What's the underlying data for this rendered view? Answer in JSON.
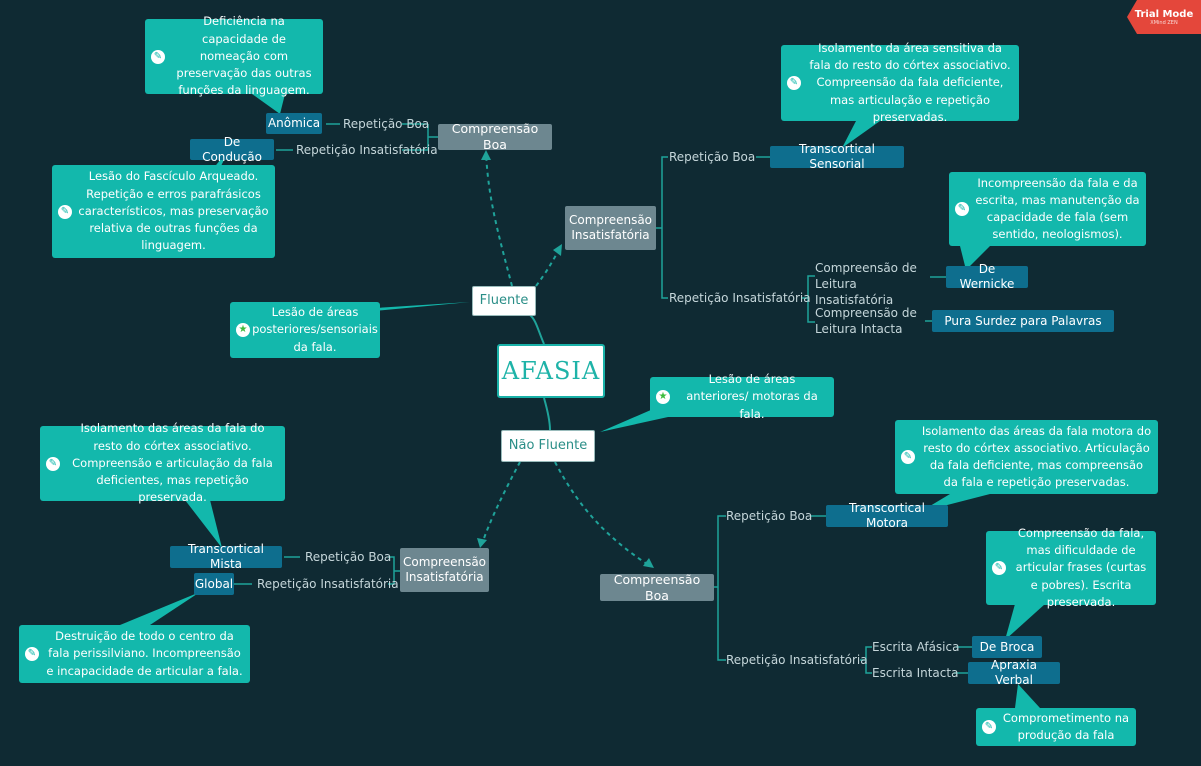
{
  "badge": {
    "title": "Trial Mode",
    "sub": "XMind ZEN"
  },
  "root": "AFASIA",
  "fluente": {
    "label": "Fluente",
    "note": "Lesão de áreas posteriores/sensoriais da fala.",
    "comp_boa": {
      "label": "Compreensão Boa",
      "rep_boa": "Repetição Boa",
      "rep_ins": "Repetição Insatisfatória",
      "anomica": "Anômica",
      "anomica_note": "Deficiência na capacidade de nomeação com preservação das outras funções da linguagem.",
      "conducao": "De Condução",
      "conducao_note": "Lesão do Fascículo Arqueado. Repetição e erros parafrásicos característicos, mas preservação relativa de outras funções da linguagem."
    },
    "comp_ins": {
      "label": "Compreensão Insatisfatória",
      "rep_boa": "Repetição Boa",
      "rep_ins": "Repetição Insatisfatória",
      "ts": "Transcortical Sensorial",
      "ts_note": "Isolamento da área sensitiva da fala do resto do córtex associativo. Compreensão da fala deficiente, mas articulação e repetição preservadas.",
      "leit_ins": "Compreensão de Leitura Insatisfatória",
      "leit_int": "Compreensão de Leitura Intacta",
      "wernicke": "De Wernicke",
      "wernicke_note": "Incompreensão da fala e da escrita, mas manutenção da capacidade de fala (sem sentido, neologismos).",
      "surdez": "Pura Surdez para Palavras"
    }
  },
  "nao_fluente": {
    "label": "Não Fluente",
    "note": "Lesão de áreas anteriores/ motoras da fala.",
    "comp_ins": {
      "label": "Compreensão Insatisfatória",
      "rep_boa": "Repetição Boa",
      "rep_ins": "Repetição Insatisfatória",
      "mista": "Transcortical Mista",
      "mista_note": "Isolamento das áreas da fala do resto do córtex associativo. Compreensão e articulação da fala deficientes, mas repetição preservada.",
      "global": "Global",
      "global_note": "Destruição de todo o centro da fala perissilviano. Incompreensão e incapacidade de articular a fala."
    },
    "comp_boa": {
      "label": "Compreensão Boa",
      "rep_boa": "Repetição Boa",
      "rep_ins": "Repetição Insatisfatória",
      "tm": "Transcortical Motora",
      "tm_note": "Isolamento das áreas da fala motora do resto do córtex associativo. Articulação da fala deficiente, mas compreensão da fala e repetição preservadas.",
      "esc_afasica": "Escrita Afásica",
      "esc_intacta": "Escrita Intacta",
      "broca": "De Broca",
      "broca_note": "Compreensão da fala, mas dificuldade de articular frases (curtas e pobres). Escrita preservada.",
      "apraxia": "Apraxia Verbal",
      "apraxia_note": "Comprometimento na produção da fala"
    }
  },
  "colors": {
    "background": "#0f2a33",
    "teal": "#13b8ac",
    "blue": "#0e6e8e",
    "gray": "#6d8790"
  }
}
